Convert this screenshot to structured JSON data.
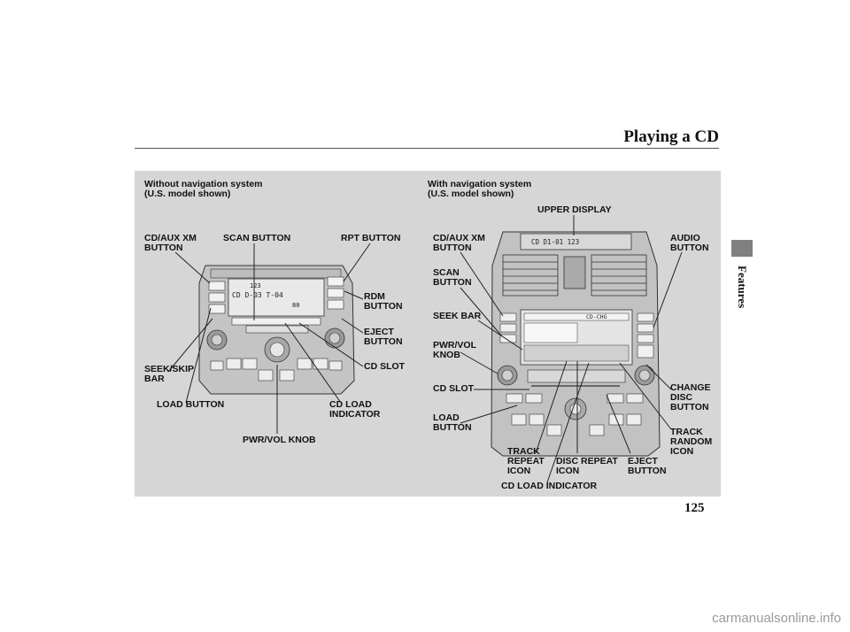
{
  "page": {
    "title": "Playing a CD",
    "section_tab": "Features",
    "page_number": "125",
    "watermark": "carmanualsonline.info"
  },
  "left_panel": {
    "heading": "Without navigation system\n(U.S. model shown)",
    "labels": {
      "cd_aux": "CD/AUX XM\nBUTTON",
      "scan": "SCAN BUTTON",
      "rpt": "RPT BUTTON",
      "rdm": "RDM\nBUTTON",
      "eject": "EJECT\nBUTTON",
      "cd_slot": "CD SLOT",
      "seek": "SEEK/SKIP\nBAR",
      "load": "LOAD BUTTON",
      "cd_load_ind": "CD LOAD\nINDICATOR",
      "pwr_vol": "PWR/VOL KNOB"
    },
    "display": {
      "line1": "123",
      "line2": "CD  D-03   T-04",
      "line3": "80"
    }
  },
  "right_panel": {
    "heading": "With navigation system\n(U.S. model shown)",
    "labels": {
      "upper_display": "UPPER DISPLAY",
      "cd_aux": "CD/AUX XM\nBUTTON",
      "audio": "AUDIO\nBUTTON",
      "scan": "SCAN\nBUTTON",
      "seek": "SEEK BAR",
      "pwr_vol": "PWR/VOL\nKNOB",
      "cd_slot": "CD SLOT",
      "load": "LOAD\nBUTTON",
      "change_disc": "CHANGE\nDISC\nBUTTON",
      "track_random": "TRACK\nRANDOM\nICON",
      "track_repeat": "TRACK\nREPEAT\nICON",
      "disc_repeat": "DISC REPEAT\nICON",
      "eject": "EJECT\nBUTTON",
      "cd_load_ind": "CD LOAD INDICATOR"
    },
    "upper_display_text": "CD   D1-01   123",
    "screen_text": "CD-CHG"
  }
}
